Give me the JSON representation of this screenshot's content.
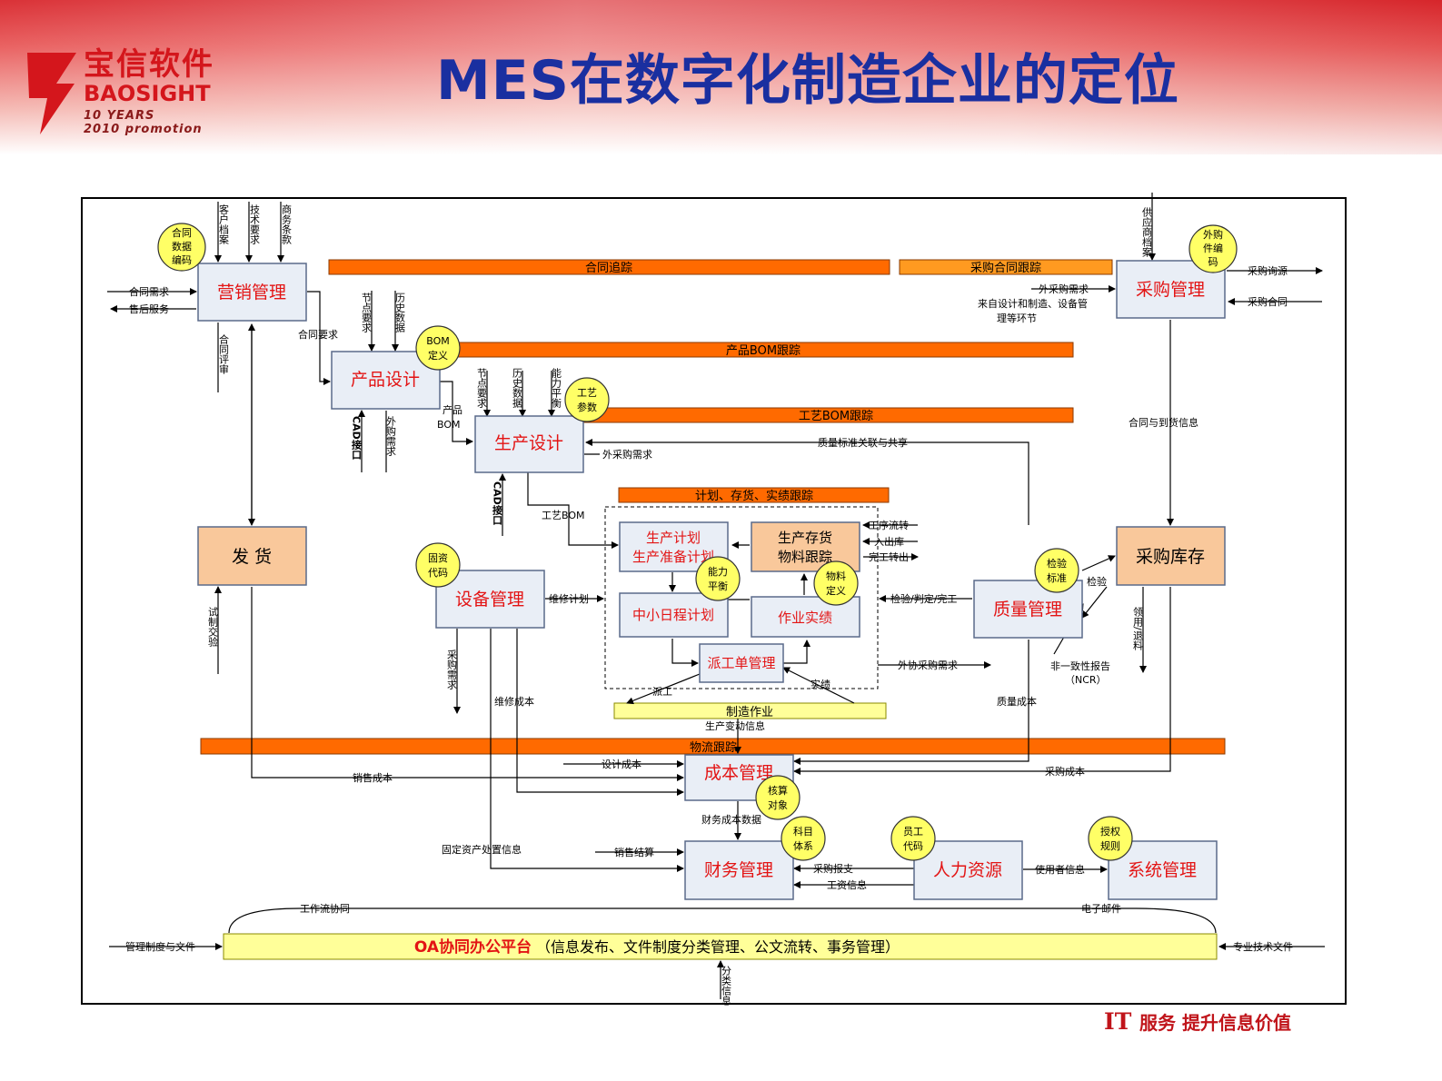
{
  "header": {
    "logo_cn": "宝信软件",
    "logo_en": "BAOSIGHT",
    "logo_sub1": "10 YEARS",
    "logo_sub2": "2010 promotion",
    "title": "MES在数字化制造企业的定位"
  },
  "footer": {
    "it": "IT",
    "slogan": "服务  提升信息价值"
  },
  "colors": {
    "box_fill": "#e9eef6",
    "box_border": "#5a6a8a",
    "box_text": "#e31414",
    "orange_bar": "#ff6a00",
    "light_orange_bar": "#ff9a20",
    "yellow_bar": "#ffff99",
    "circle_fill": "#ffff66",
    "peach": "#f9c89b",
    "title_blue": "#1a2fa0",
    "brand_red": "#d4161c"
  },
  "boxes": {
    "marketing": "营销管理",
    "product_design": "产品设计",
    "production_design": "生产设计",
    "shipping": "发  货",
    "equipment": "设备管理",
    "procurement": "采购管理",
    "procurement_stock": "采购库存",
    "quality": "质量管理",
    "cost": "成本管理",
    "finance": "财务管理",
    "hr": "人力资源",
    "system": "系统管理",
    "plan_line1": "生产计划",
    "plan_line2": "生产准备计划",
    "inventory_line1": "生产存货",
    "inventory_line2": "物料跟踪",
    "schedule": "中小日程计划",
    "actual": "作业实绩",
    "dispatch": "派工单管理",
    "oa_main": "OA协同办公平台",
    "oa_detail": "（信息发布、文件制度分类管理、公文流转、事务管理）"
  },
  "circles": {
    "contract_code": [
      "合同",
      "数据",
      "编码"
    ],
    "bom_def": [
      "BOM",
      "定义"
    ],
    "process_param": [
      "工艺",
      "参数"
    ],
    "outsourced_code": [
      "外购",
      "件编",
      "码"
    ],
    "asset_code": [
      "固资",
      "代码"
    ],
    "capacity": [
      "能力",
      "平衡"
    ],
    "material_def": [
      "物料",
      "定义"
    ],
    "inspection_std": [
      "检验",
      "标准"
    ],
    "accounting_obj": [
      "核算",
      "对象"
    ],
    "subject_sys": [
      "科目",
      "体系"
    ],
    "staff_code": [
      "员工",
      "代码"
    ],
    "auth_rule": [
      "授权",
      "规则"
    ]
  },
  "bars": {
    "contract_track": "合同追踪",
    "purchase_contract_track": "采购合同跟踪",
    "product_bom_track": "产品BOM跟踪",
    "process_bom_track": "工艺BOM跟踪",
    "plan_track": "计划、存货、实绩跟踪",
    "manufacturing": "制造作业",
    "logistics_track": "物流跟踪"
  },
  "labels": {
    "customer_file": "客户档案",
    "tech_req": "技术要求",
    "biz_terms": "商务条款",
    "contract_demand": "合同需求",
    "after_sales": "售后服务",
    "contract_req": "合同要求",
    "contract_review": "合同评审",
    "node_req": "节点要求",
    "history_data": "历史数据",
    "product_bom_1": "产品",
    "product_bom_2": "BOM",
    "cad_iface": "CAD接口",
    "outsource_demand": "外购需求",
    "node_req2": "节点要求",
    "history_data2": "历史数据",
    "capacity_balance": "能力平衡",
    "ext_purchase_demand": "外采购需求",
    "quality_std_share": "质量标准关联与共享",
    "cad_iface2": "CAD接口",
    "process_bom": "工艺BOM",
    "process_transfer": "工序流转",
    "in_out_stock": "入出库",
    "finish_out": "完工转出",
    "inspect_judge": "检验/判定/完工",
    "outsource_purchase": "外协采购需求",
    "maintenance_plan": "维修计划",
    "purchase_demand": "采购需求",
    "trial_ship": "试制交验",
    "dispatch_work": "派工",
    "actual_result": "实绩",
    "ncr_1": "非一致性报告",
    "ncr_2": "（NCR）",
    "maint_cost": "维修成本",
    "quality_cost": "质量成本",
    "production_change": "生产变动信息",
    "sales_cost": "销售成本",
    "design_cost": "设计成本",
    "purchase_cost": "采购成本",
    "finance_cost_data": "财务成本数据",
    "asset_disposal": "固定资产处置信息",
    "sales_settle": "销售结算",
    "purchase_reimburse": "采购报支",
    "salary_info": "工资信息",
    "user_info": "使用者信息",
    "workflow": "工作流协同",
    "email": "电子邮件",
    "mgmt_docs": "管理制度与文件",
    "pro_docs": "专业技术文件",
    "classified_info": "分类信息",
    "supplier_file": "供应商档案",
    "purchase_inquiry": "采购询源",
    "ext_demand": "外采购需求",
    "from_design": "来自设计和制造、设备管",
    "from_design2": "理等环节",
    "purchase_contract": "采购合同",
    "contract_arrival": "合同与到货信息",
    "inspection": "检验",
    "requisition": "领用/退料"
  }
}
